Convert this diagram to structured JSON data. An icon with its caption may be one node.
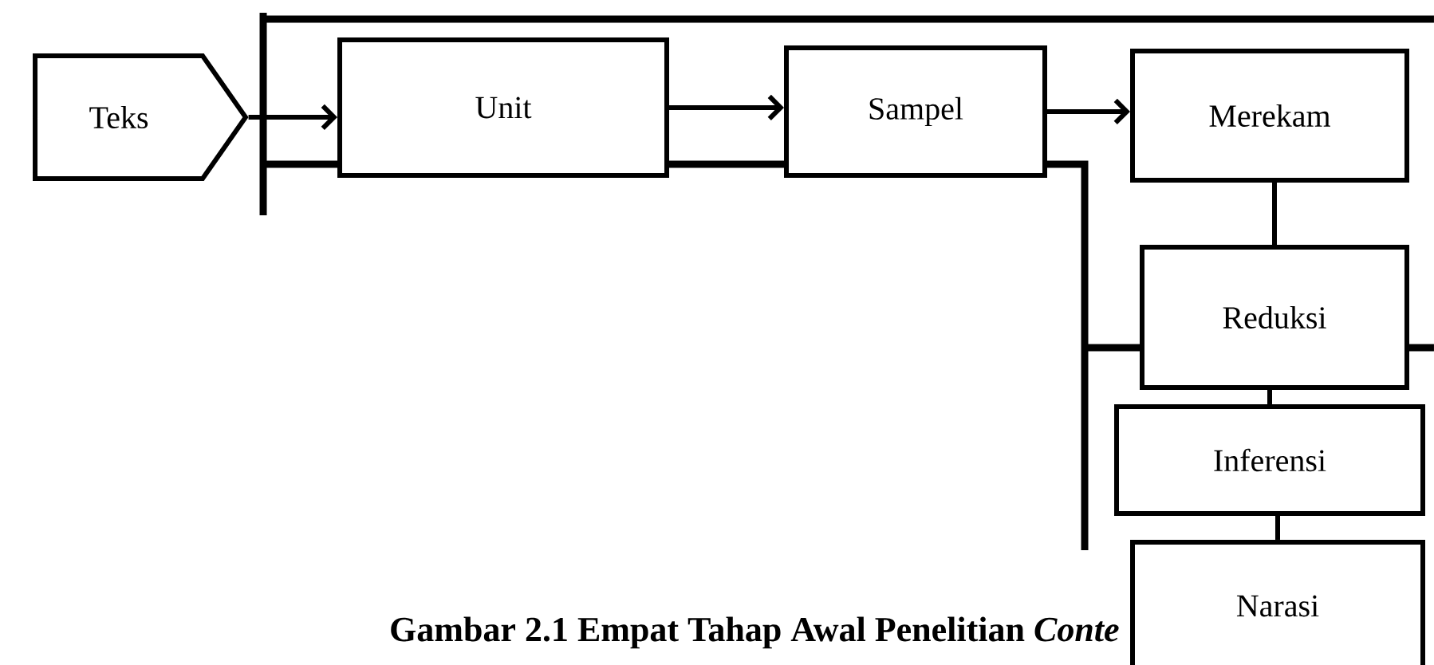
{
  "diagram": {
    "caption": "Gambar 2.1 Empat Tahap Awal Penelitian *Conte*",
    "nodes": [
      {
        "text": [
          "Teks"
        ]
      },
      {
        "text": [
          "Unit"
        ]
      },
      {
        "text": [
          "Sampel"
        ]
      },
      {
        "text": [
          "Merekam"
        ]
      },
      {
        "text": [
          "Reduksi"
        ]
      },
      {
        "text": [
          "Inferensi"
        ]
      },
      {
        "text": [
          "Narasi"
        ]
      }
    ],
    "edges": [
      {
        "from": 0,
        "to": 1,
        "arrow": "to"
      },
      {
        "from": 1,
        "to": 2,
        "arrow": "to"
      },
      {
        "from": 2,
        "to": 3,
        "arrow": "to"
      },
      {
        "from": 3,
        "to": 4,
        "arrow": "none"
      },
      {
        "from": 4,
        "to": 5,
        "arrow": "none"
      },
      {
        "from": 5,
        "to": 6,
        "arrow": "none"
      }
    ]
  }
}
